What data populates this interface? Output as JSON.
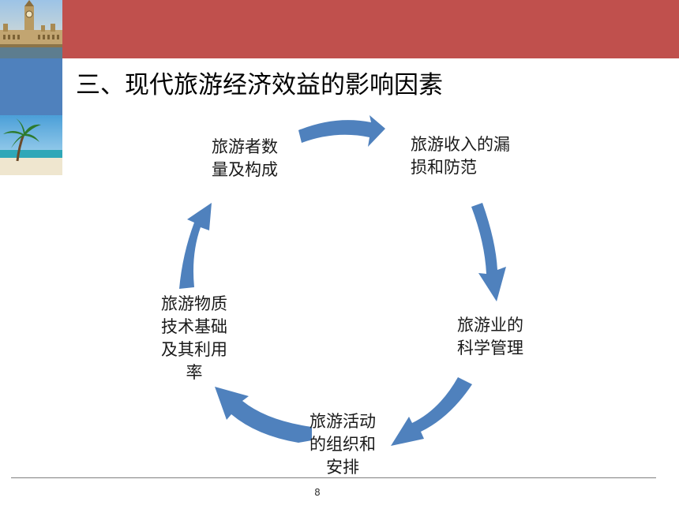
{
  "slide": {
    "title": "三、现代旅游经济效益的影响因素",
    "page_number": "8"
  },
  "cycle_nodes": [
    {
      "lines": [
        "旅游者数",
        "量及构成"
      ]
    },
    {
      "lines": [
        "旅游收入的漏",
        "损和防范"
      ]
    },
    {
      "lines": [
        "旅游业的",
        "科学管理"
      ]
    },
    {
      "lines": [
        "旅游活动",
        "的组织和",
        "安排"
      ]
    },
    {
      "lines": [
        "旅游物质",
        "技术基础",
        "及其利用",
        "率"
      ]
    }
  ],
  "colors": {
    "header_band": "#c0504d",
    "side_block": "#4f81bd",
    "arrow": "#4f81bd",
    "text": "#1a1a1a"
  },
  "images": {
    "top_left": "london-big-ben-photo",
    "side": "tropical-beach-palm-photo"
  }
}
